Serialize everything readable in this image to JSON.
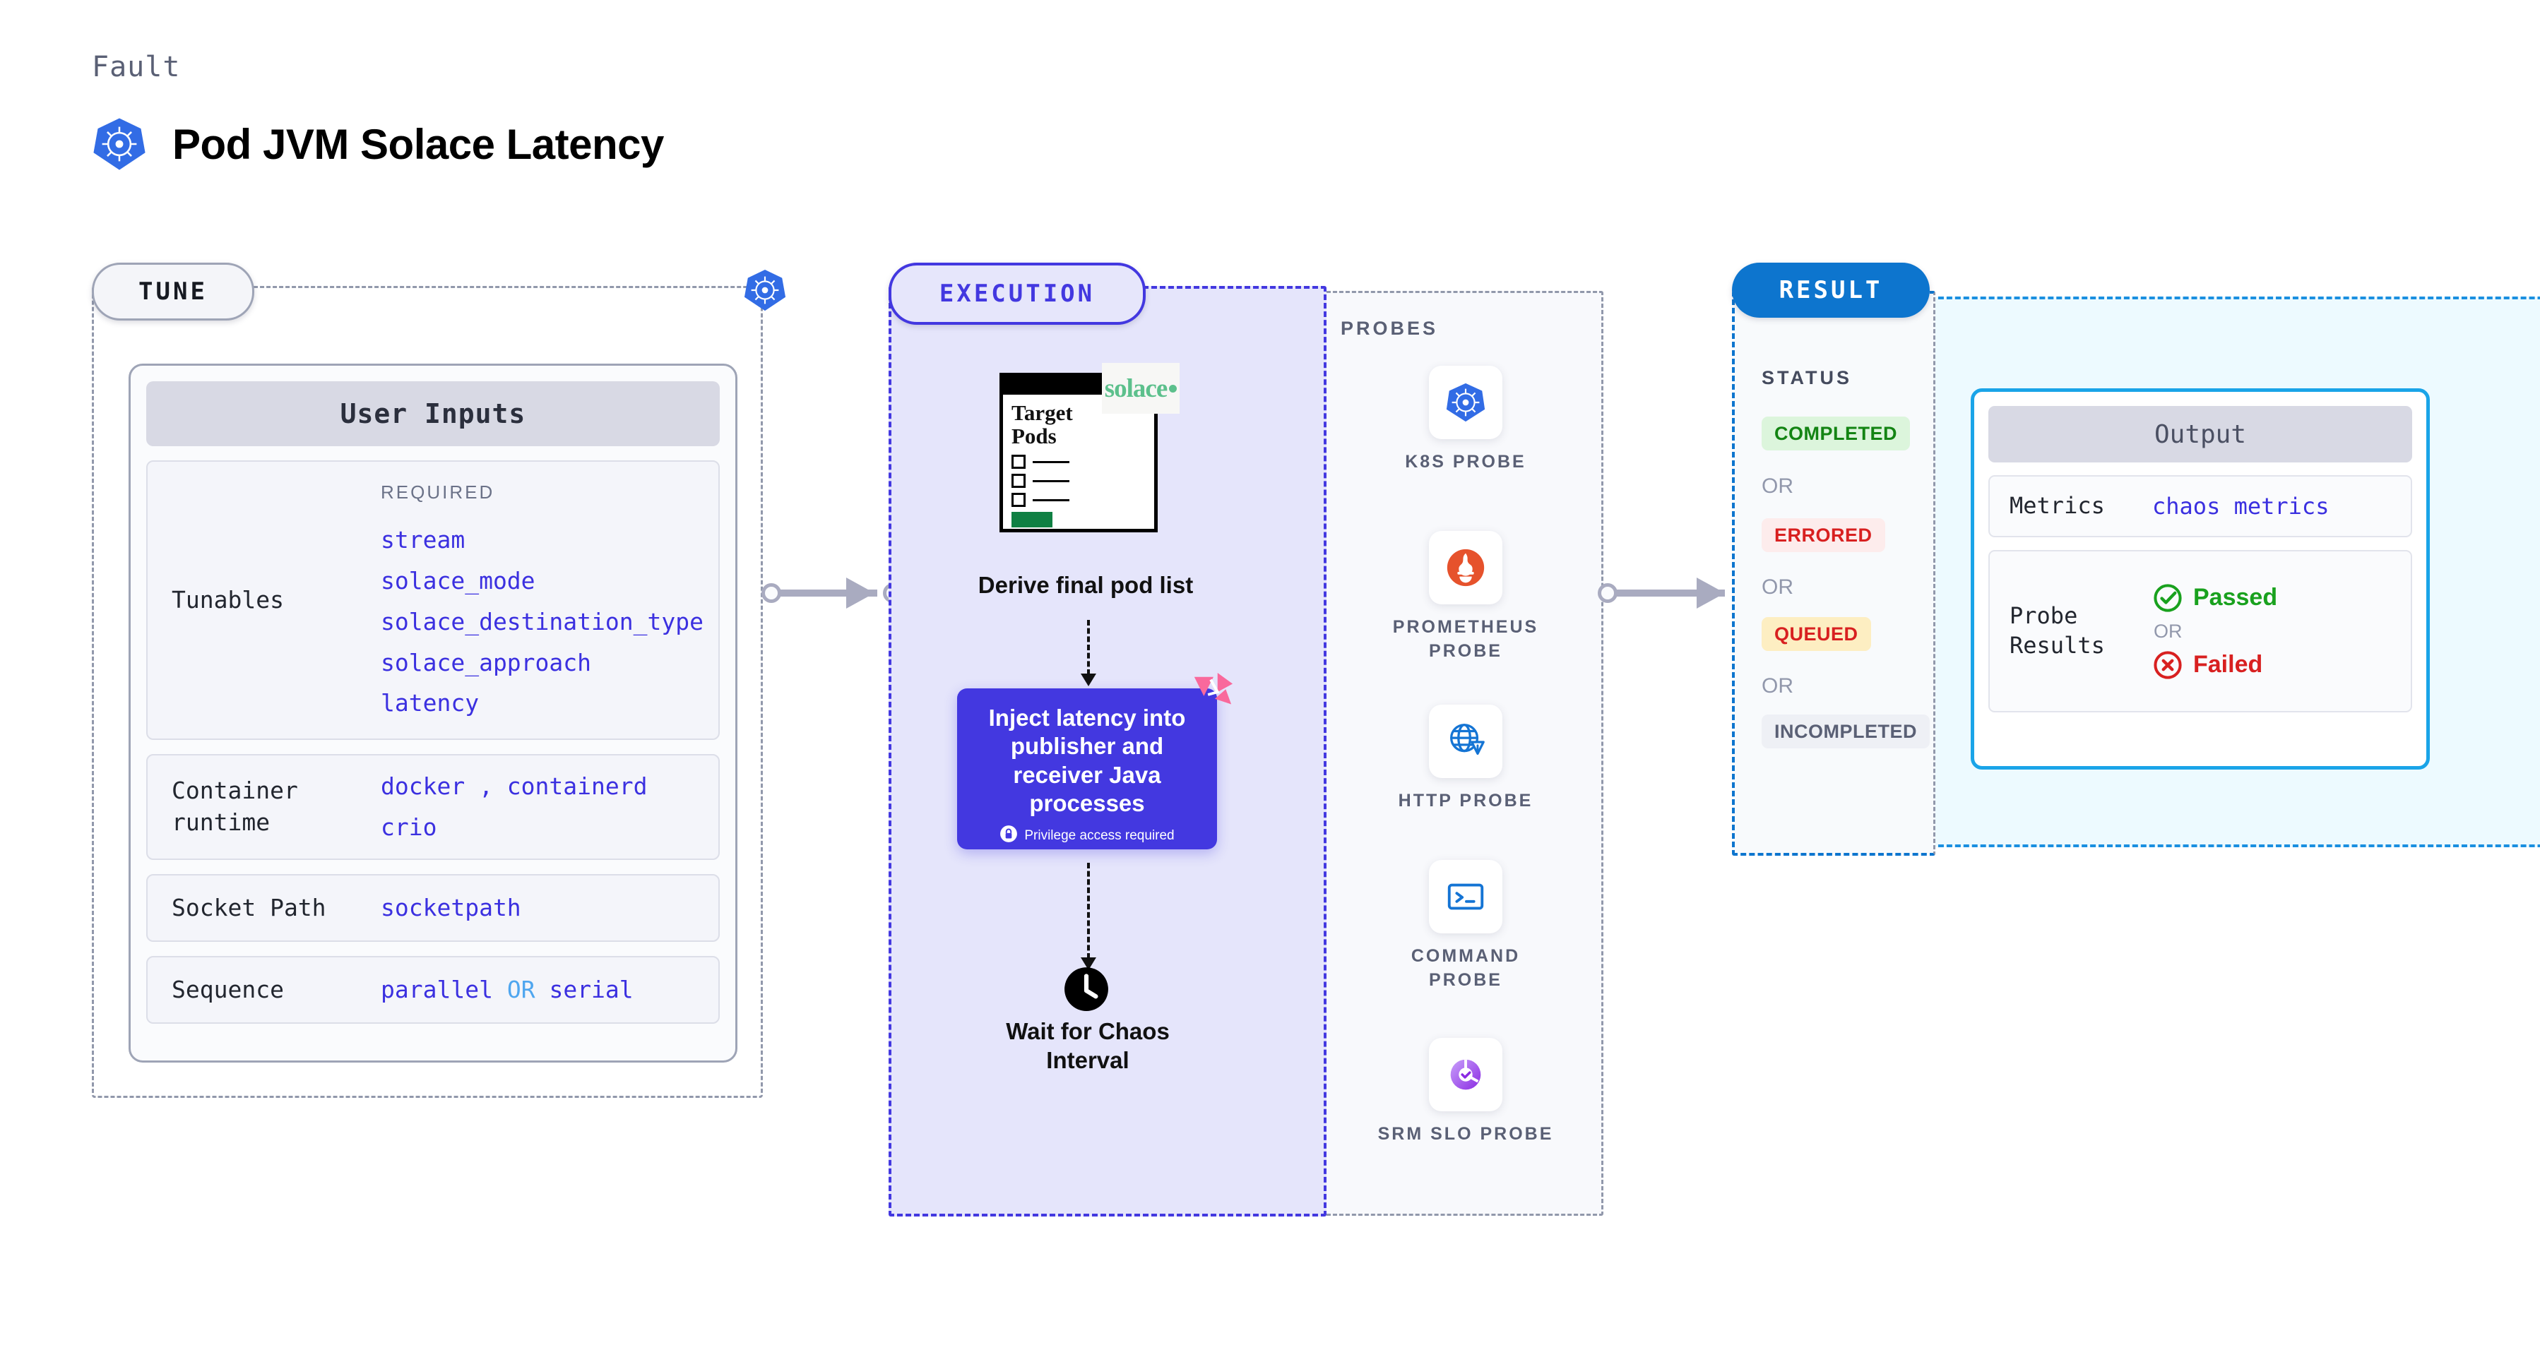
{
  "header": {
    "kicker": "Fault",
    "title": "Pod JVM Solace Latency",
    "icon": "kubernetes-icon"
  },
  "tune": {
    "pill_label": "TUNE",
    "corner_icon": "kubernetes-icon",
    "card_title": "User Inputs",
    "blocks": [
      {
        "label": "Tunables",
        "required_label": "REQUIRED",
        "values": [
          "stream",
          "solace_mode",
          "solace_destination_type",
          "solace_approach",
          "latency"
        ]
      },
      {
        "label": "Container runtime",
        "values_line1": "docker , containerd",
        "values_line2": "crio"
      },
      {
        "label": "Socket Path",
        "value": "socketpath"
      },
      {
        "label": "Sequence",
        "value_a": "parallel",
        "or": "OR",
        "value_b": "serial"
      }
    ]
  },
  "execution": {
    "pill_label": "EXECUTION",
    "pods_card": {
      "title_line1": "Target",
      "title_line2": "Pods",
      "logo": "solace"
    },
    "derive_caption": "Derive final pod list",
    "inject": {
      "text": "Inject latency into publisher and receiver Java processes",
      "privilege_note": "Privilege access required",
      "lock_icon": "lock-icon",
      "ribbon_icon": "litmus-icon"
    },
    "wait_caption_line1": "Wait for Chaos",
    "wait_caption_line2": "Interval",
    "clock_icon": "clock-icon"
  },
  "probes": {
    "title": "PROBES",
    "items": [
      {
        "label": "K8S PROBE",
        "icon": "kubernetes-icon"
      },
      {
        "label": "PROMETHEUS PROBE",
        "icon": "prometheus-icon"
      },
      {
        "label": "HTTP PROBE",
        "icon": "globe-warning-icon"
      },
      {
        "label": "COMMAND PROBE",
        "icon": "terminal-icon"
      },
      {
        "label": "SRM SLO PROBE",
        "icon": "srm-slo-icon"
      }
    ]
  },
  "result": {
    "pill_label": "RESULT",
    "status_label": "STATUS",
    "or_label": "OR",
    "statuses": [
      {
        "label": "COMPLETED",
        "color": "#138413",
        "bg": "#dcf5dc"
      },
      {
        "label": "ERRORED",
        "color": "#d82020",
        "bg": "#fdecec"
      },
      {
        "label": "QUEUED",
        "color": "#d82020",
        "bg": "#fdeec2"
      },
      {
        "label": "INCOMPLETED",
        "color": "#5a6075",
        "bg": "#eef0f5"
      }
    ],
    "output": {
      "title": "Output",
      "metrics_label": "Metrics",
      "metrics_value": "chaos metrics",
      "probe_results_label": "Probe Results",
      "passed": "Passed",
      "or": "OR",
      "failed": "Failed",
      "passed_icon": "check-circle-icon",
      "failed_icon": "x-circle-icon"
    }
  },
  "colors": {
    "indigo": "#4338e0",
    "k8s_blue": "#326ce5",
    "result_blue": "#0d75ce",
    "output_blue": "#1aa4e8",
    "solace_green": "#5cc08c",
    "litmus_pink": "#f9699c"
  }
}
